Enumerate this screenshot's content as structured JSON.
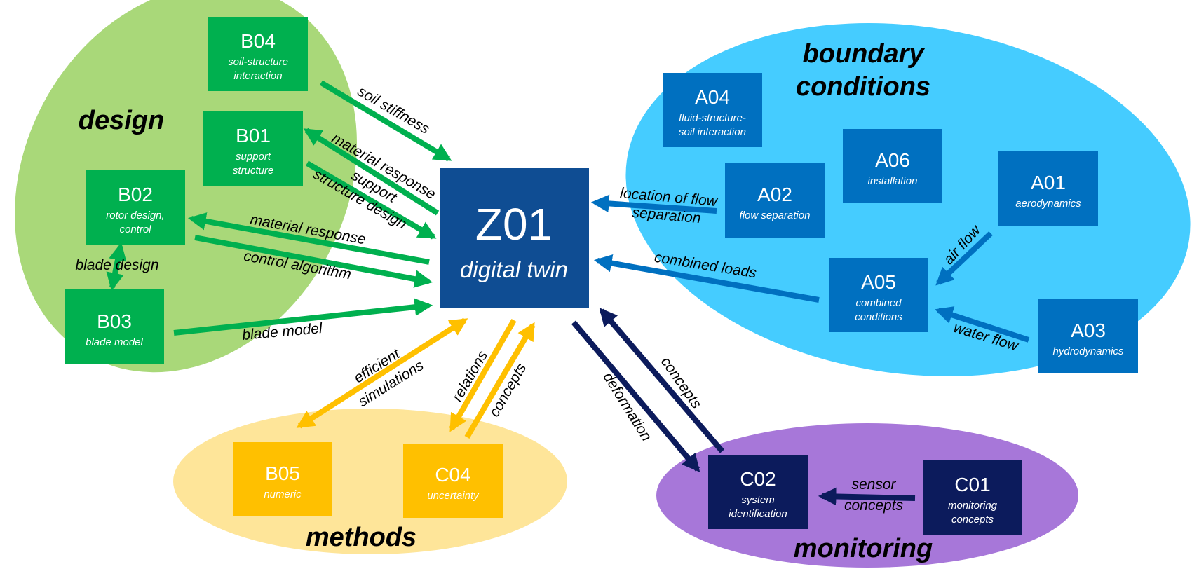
{
  "colors": {
    "design_region": "#a9d879",
    "boundary_region": "#45ccff",
    "methods_region": "#fee599",
    "monitoring_region": "#a777d9",
    "design_box": "#00b04f",
    "boundary_box": "#0070c0",
    "methods_box": "#ffc000",
    "monitoring_box": "#0c1b5c",
    "core_box": "#0f4d93"
  },
  "groups": {
    "design": "design",
    "boundary_line1": "boundary",
    "boundary_line2": "conditions",
    "methods": "methods",
    "monitoring": "monitoring"
  },
  "core": {
    "code": "Z01",
    "label": "digital twin"
  },
  "boxes": {
    "B04": {
      "code": "B04",
      "line1": "soil-structure",
      "line2": "interaction"
    },
    "B01": {
      "code": "B01",
      "line1": "support",
      "line2": "structure"
    },
    "B02": {
      "code": "B02",
      "line1": "rotor design,",
      "line2": "control"
    },
    "B03": {
      "code": "B03",
      "line1": "blade model",
      "line2": ""
    },
    "A04": {
      "code": "A04",
      "line1": "fluid-structure-",
      "line2": "soil interaction"
    },
    "A06": {
      "code": "A06",
      "line1": "installation",
      "line2": ""
    },
    "A02": {
      "code": "A02",
      "line1": "flow separation",
      "line2": ""
    },
    "A01": {
      "code": "A01",
      "line1": "aerodynamics",
      "line2": ""
    },
    "A05": {
      "code": "A05",
      "line1": "combined",
      "line2": "conditions"
    },
    "A03": {
      "code": "A03",
      "line1": "hydrodynamics",
      "line2": ""
    },
    "B05": {
      "code": "B05",
      "line1": "numeric",
      "line2": ""
    },
    "C04": {
      "code": "C04",
      "line1": "uncertainty",
      "line2": ""
    },
    "C02": {
      "code": "C02",
      "line1": "system",
      "line2": "identification"
    },
    "C01": {
      "code": "C01",
      "line1": "monitoring",
      "line2": "concepts"
    }
  },
  "edges": {
    "soil_stiffness": "soil stiffness",
    "material_response_b01": "material response",
    "support_structure_1": "support",
    "support_structure_2": "structure design",
    "material_response_b02": "material response",
    "control_algorithm": "control algorithm",
    "blade_design": "blade design",
    "blade_model": "blade model",
    "location_flow_1": "location of flow",
    "location_flow_2": "separation",
    "combined_loads": "combined loads",
    "air_flow": "air flow",
    "water_flow": "water flow",
    "efficient_1": "efficient",
    "efficient_2": "simulations",
    "relations": "relations",
    "concepts_c04": "concepts",
    "deformation": "deformation",
    "concepts_c02": "concepts",
    "sensor_1": "sensor",
    "sensor_2": "concepts"
  }
}
